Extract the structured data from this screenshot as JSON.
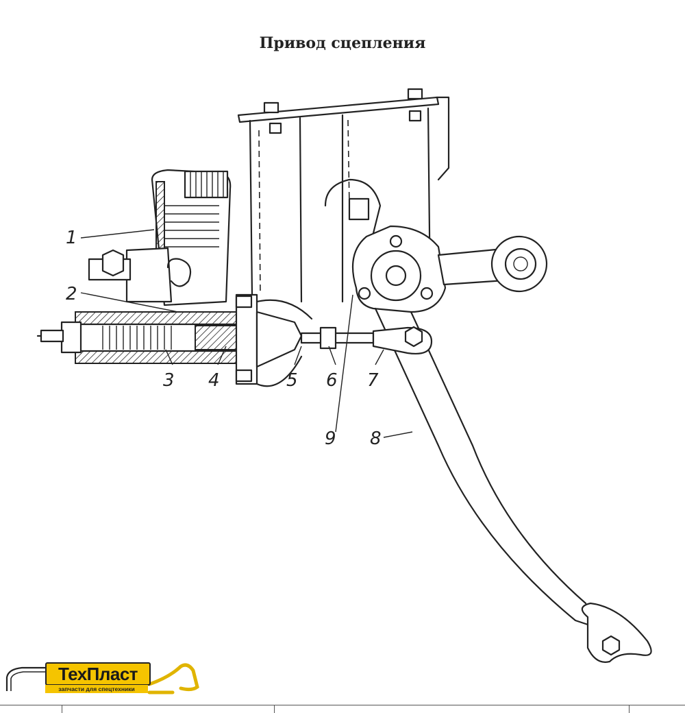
{
  "title": "Привод сцепления",
  "callouts": [
    "1",
    "2",
    "3",
    "4",
    "5",
    "6",
    "7",
    "8",
    "9"
  ],
  "logo": {
    "brand": "ТехПласт",
    "tagline": "запчасти для спецтехники"
  }
}
